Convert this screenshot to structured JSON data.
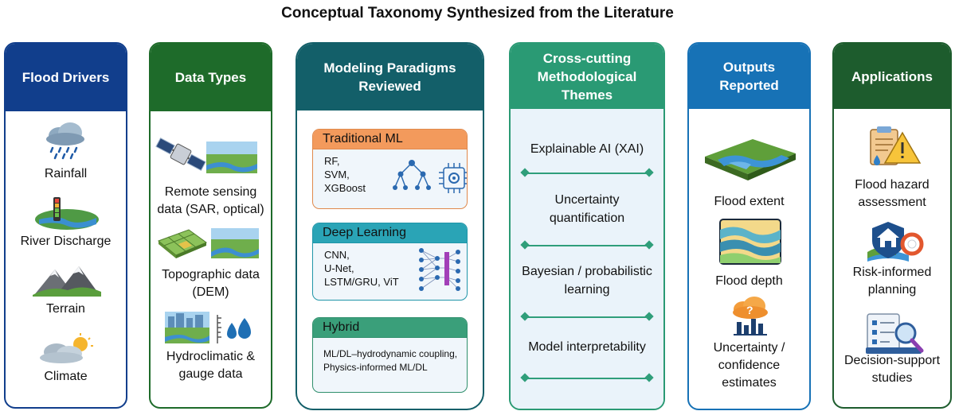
{
  "title": "Conceptual Taxonomy Synthesized from the Literature",
  "colors": {
    "drivers": "#113e8c",
    "data": "#1e6b2a",
    "modeling": "#135f69",
    "themes": "#2a9a74",
    "outputs": "#1772b6",
    "applications": "#1d5c2d",
    "traditional_ml": "#f39a5c",
    "deep_learning": "#2aa4b6",
    "hybrid": "#3a9f7a"
  },
  "drivers": {
    "header": "Flood Drivers",
    "items": [
      "Rainfall",
      "River Discharge",
      "Terrain",
      "Climate"
    ]
  },
  "data_types": {
    "header": "Data Types",
    "items": [
      {
        "line1": "Remote sensing",
        "line2": "data (SAR, optical)"
      },
      {
        "line1": "Topographic data",
        "line2": "(DEM)"
      },
      {
        "line1": "Hydroclimatic &",
        "line2": "gauge data"
      }
    ]
  },
  "modeling": {
    "header_line1": "Modeling Paradigms",
    "header_line2": "Reviewed",
    "boxes": [
      {
        "label": "Traditional ML",
        "lines": [
          "RF,",
          "SVM,",
          "XGBoost"
        ]
      },
      {
        "label": "Deep Learning",
        "lines": [
          "CNN,",
          "U-Net,",
          "LSTM/GRU, ViT"
        ]
      },
      {
        "label": "Hybrid",
        "lines": [
          "ML/DL–hydrodynamic coupling,",
          "Physics-informed ML/DL"
        ]
      }
    ]
  },
  "themes": {
    "header_line1": "Cross-cutting",
    "header_line2": "Methodological",
    "header_line3": "Themes",
    "items": [
      {
        "line1": "Explainable AI (XAI)",
        "line2": ""
      },
      {
        "line1": "Uncertainty",
        "line2": "quantification"
      },
      {
        "line1": "Bayesian / probabilistic",
        "line2": "learning"
      },
      {
        "line1": "Model interpretability",
        "line2": ""
      }
    ]
  },
  "outputs": {
    "header_line1": "Outputs",
    "header_line2": "Reported",
    "items": [
      {
        "line1": "Flood extent",
        "line2": "",
        "line3": ""
      },
      {
        "line1": "Flood depth",
        "line2": "",
        "line3": ""
      },
      {
        "line1": "Uncertainty /",
        "line2": "confidence",
        "line3": "estimates"
      }
    ]
  },
  "applications": {
    "header": "Applications",
    "items": [
      {
        "line1": "Flood hazard",
        "line2": "assessment"
      },
      {
        "line1": "Risk-informed",
        "line2": "planning"
      },
      {
        "line1": "Decision-support",
        "line2": "studies"
      }
    ]
  },
  "icons": {
    "rainfall": "rain-cloud-icon",
    "river_discharge": "river-gauge-icon",
    "terrain": "mountain-icon",
    "climate": "cloud-sun-icon",
    "remote_sensing": "satellite-icon",
    "topographic": "dem-terrain-icon",
    "hydroclimatic": "gauge-water-drop-icon",
    "traditional_ml": "decision-tree-icon",
    "deep_learning": "neural-network-icon",
    "flood_extent": "flood-map-icon",
    "flood_depth": "depth-map-icon",
    "uncertainty": "cloud-bar-chart-icon",
    "hazard": "clipboard-warning-icon",
    "risk": "house-shield-icon",
    "decision": "checklist-magnifier-icon"
  }
}
